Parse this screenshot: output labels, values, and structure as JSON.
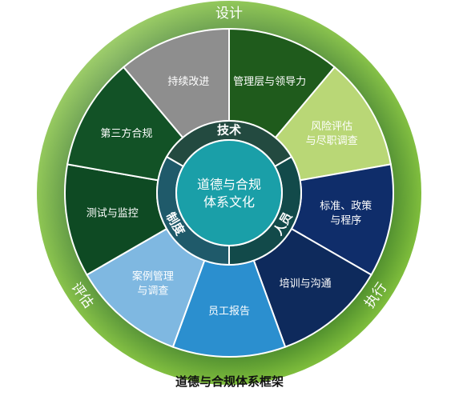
{
  "outer_ring": {
    "labels": [
      "设计",
      "执行",
      "评估"
    ],
    "colors": {
      "light": "#7fbe3c",
      "dark": "#1f5f1e"
    }
  },
  "segments": [
    {
      "label": "持续改进",
      "color": "#8e8e8e"
    },
    {
      "label": "管理层与领导力",
      "color": "#1f5b1c"
    },
    {
      "label": "风险评估\n与尽职调查",
      "color": "#b9d776"
    },
    {
      "label": "标准、政策\n与程序",
      "color": "#0f2d6a"
    },
    {
      "label": "培训与沟通",
      "color": "#0e2a5c"
    },
    {
      "label": "员工报告",
      "color": "#2b8fcf"
    },
    {
      "label": "案例管理\n与调查",
      "color": "#7fb8e1"
    },
    {
      "label": "测试与监控",
      "color": "#0e4a23"
    },
    {
      "label": "第三方合规",
      "color": "#125226"
    }
  ],
  "inner_ring": {
    "labels": [
      "技术",
      "人员",
      "制度"
    ],
    "colors": [
      "#234a40",
      "#124a4a",
      "#1f5a6a"
    ]
  },
  "center": {
    "label": "道德与合规\n体系文化",
    "color": "#1a9fa8"
  },
  "caption": "道德与合规体系框架"
}
